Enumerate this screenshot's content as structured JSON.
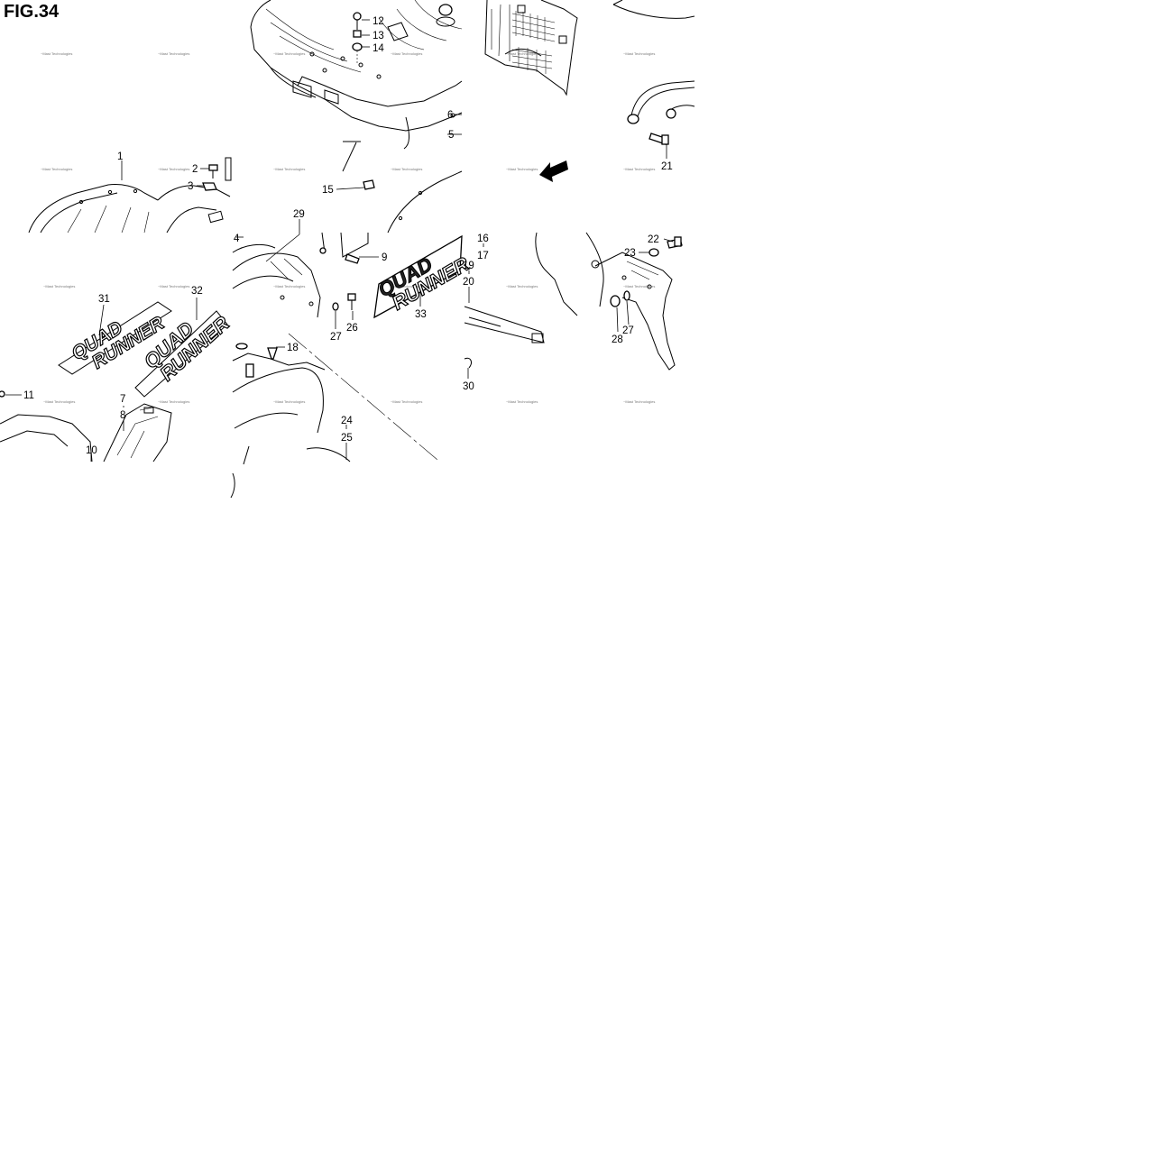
{
  "figure": {
    "title": "FIG.34",
    "watermark": "~Mast Technologies"
  },
  "emblems": {
    "line1": "QUAD",
    "line2": "RUNNER"
  },
  "parts": [
    {
      "id": "p1",
      "label": "1"
    },
    {
      "id": "p2",
      "label": "2"
    },
    {
      "id": "p3",
      "label": "3"
    },
    {
      "id": "p4",
      "label": "4"
    },
    {
      "id": "p5",
      "label": "5"
    },
    {
      "id": "p6",
      "label": "6"
    },
    {
      "id": "p7",
      "label": "7"
    },
    {
      "id": "p8",
      "label": "8"
    },
    {
      "id": "p9",
      "label": "9"
    },
    {
      "id": "p10",
      "label": "10"
    },
    {
      "id": "p11",
      "label": "11"
    },
    {
      "id": "p12",
      "label": "12"
    },
    {
      "id": "p13",
      "label": "13"
    },
    {
      "id": "p14",
      "label": "14"
    },
    {
      "id": "p15",
      "label": "15"
    },
    {
      "id": "p16",
      "label": "16"
    },
    {
      "id": "p17",
      "label": "17"
    },
    {
      "id": "p18",
      "label": "18"
    },
    {
      "id": "p19",
      "label": "19"
    },
    {
      "id": "p20",
      "label": "20"
    },
    {
      "id": "p21",
      "label": "21"
    },
    {
      "id": "p22",
      "label": "22"
    },
    {
      "id": "p23",
      "label": "23"
    },
    {
      "id": "p24",
      "label": "24"
    },
    {
      "id": "p25",
      "label": "25"
    },
    {
      "id": "p26",
      "label": "26"
    },
    {
      "id": "p27a",
      "label": "27"
    },
    {
      "id": "p27b",
      "label": "27"
    },
    {
      "id": "p28",
      "label": "28"
    },
    {
      "id": "p29",
      "label": "29"
    },
    {
      "id": "p30",
      "label": "30"
    },
    {
      "id": "p31",
      "label": "31"
    },
    {
      "id": "p32",
      "label": "32"
    },
    {
      "id": "p33",
      "label": "33"
    }
  ]
}
